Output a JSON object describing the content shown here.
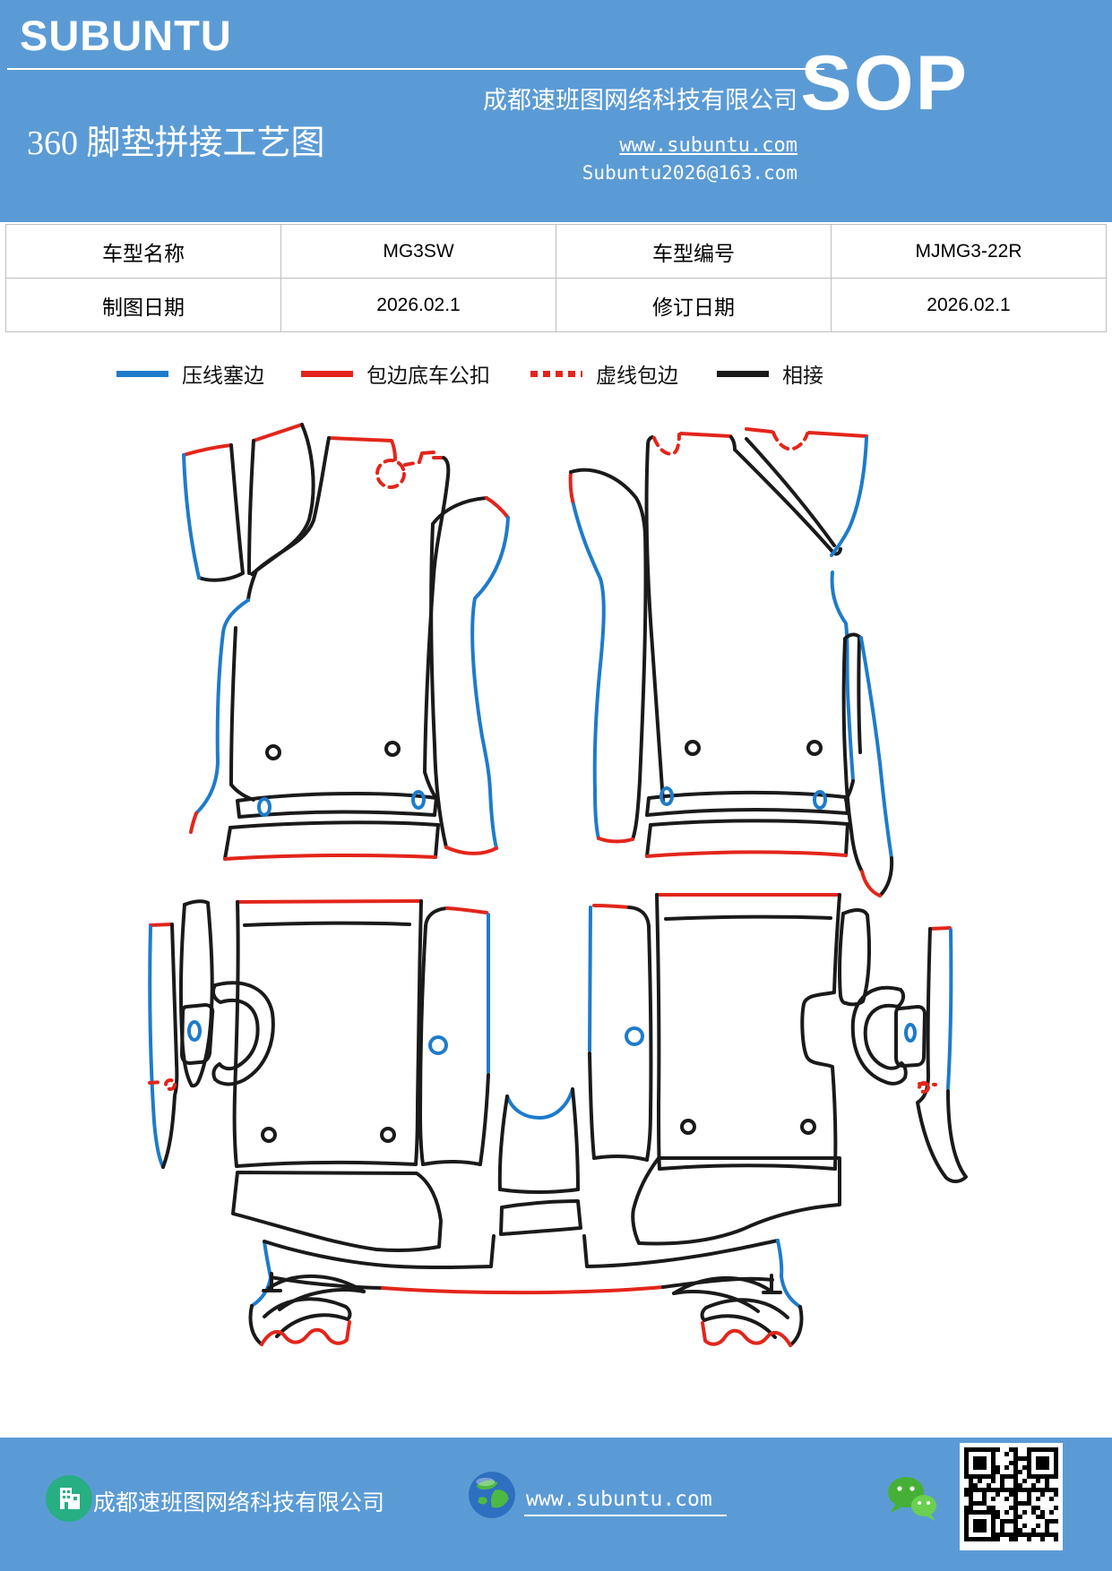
{
  "palette": {
    "header_blue": "#5B9BD5",
    "line_blue": "#1E7BCB",
    "line_red": "#E3251B",
    "line_black": "#1A1A1A",
    "table_border": "#BFBFBF",
    "footer_green": "#27AE82",
    "wechat_green": "#45B035"
  },
  "header": {
    "brand": "SUBUNTU",
    "title": "360 脚垫拼接工艺图",
    "company": "成都速班图网络科技有限公司",
    "website": "www.subuntu.com",
    "email": "Subuntu2026@163.com",
    "badge": "SOP"
  },
  "info_table": {
    "rows": [
      {
        "c0": "车型名称",
        "c1": "MG3SW",
        "c2": "车型编号",
        "c3": "MJMG3-22R"
      },
      {
        "c0": "制图日期",
        "c1": "2026.02.1",
        "c2": "修订日期",
        "c3": "2026.02.1"
      }
    ]
  },
  "legend": {
    "items": [
      {
        "label": "压线塞边",
        "style": "solid",
        "color": "#1E7BCB"
      },
      {
        "label": "包边底车公扣",
        "style": "solid",
        "color": "#E3251B"
      },
      {
        "label": "虚线包边",
        "style": "dashed",
        "color": "#E3251B"
      },
      {
        "label": "相接",
        "style": "solid",
        "color": "#1A1A1A"
      }
    ]
  },
  "diagram": {
    "description": "360 全包围脚垫拼接样片图 (pattern pieces for 360 surround floor mats)",
    "groups": [
      "front-left-mat",
      "front-right-mat",
      "second-row-left",
      "second-row-right",
      "center-tunnel",
      "rear-one-piece"
    ]
  },
  "footer": {
    "company": "成都速班图网络科技有限公司",
    "website": "www.subuntu.com"
  }
}
